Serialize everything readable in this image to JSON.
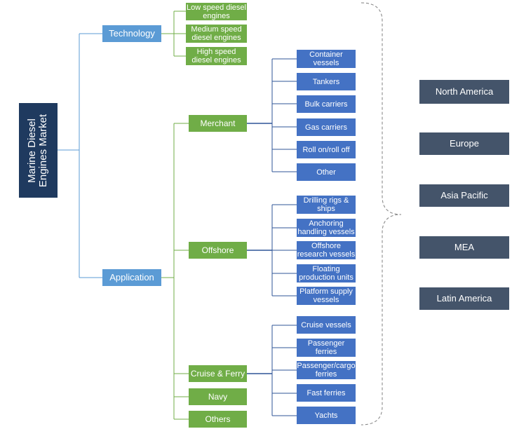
{
  "root": {
    "label": [
      "Marine Diesel",
      "Engines Market"
    ]
  },
  "technology": {
    "label": "Technology",
    "items": [
      "Low speed diesel engines",
      "Medium speed diesel engines",
      "High speed diesel engines"
    ]
  },
  "application": {
    "label": "Application",
    "merchant": {
      "label": "Merchant",
      "items": [
        "Container vessels",
        "Tankers",
        "Bulk carriers",
        "Gas carriers",
        "Roll on/roll off",
        "Other"
      ]
    },
    "offshore": {
      "label": "Offshore",
      "items": [
        "Drilling rigs & ships",
        "Anchoring handling vessels",
        "Offshore research vessels",
        "Floating production units",
        "Platform supply vessels"
      ]
    },
    "cruise_ferry": {
      "label": "Cruise & Ferry",
      "items": [
        "Cruise vessels",
        "Passenger ferries",
        "Passenger/cargo ferries",
        "Fast ferries",
        "Yachts"
      ]
    },
    "navy": {
      "label": "Navy"
    },
    "others": {
      "label": "Others"
    }
  },
  "regions": [
    "North America",
    "Europe",
    "Asia Pacific",
    "MEA",
    "Latin America"
  ],
  "colors": {
    "root": "#1f3a5f",
    "level1": "#5b9bd5",
    "green": "#70ad47",
    "blue": "#4472c4",
    "region": "#44546a",
    "line_blue": "#5b9bd5",
    "line_green": "#70ad47",
    "line_navy": "#2f5597",
    "brace": "#7f7f7f"
  }
}
